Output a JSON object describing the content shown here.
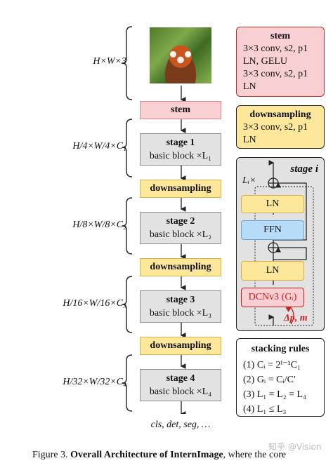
{
  "left": {
    "labels": {
      "input": "H×W×3",
      "s1": "H/4×W/4×C₁",
      "s2": "H/8×W/8×C₂",
      "s3": "H/16×W/16×C₃",
      "s4": "H/32×W/32×C₄"
    },
    "stem": "stem",
    "downsampling": "downsampling",
    "stages": [
      {
        "title": "stage 1",
        "sub": "basic block ×L₁"
      },
      {
        "title": "stage 2",
        "sub": "basic block ×L₂"
      },
      {
        "title": "stage 3",
        "sub": "basic block ×L₃"
      },
      {
        "title": "stage 4",
        "sub": "basic block ×L₄"
      }
    ],
    "output": "cls, det, seg, …"
  },
  "right": {
    "stem_panel": {
      "title": "stem",
      "lines": [
        "3×3 conv, s2, p1",
        "LN, GELU",
        "3×3 conv, s2, p1",
        "LN"
      ]
    },
    "down_panel": {
      "title": "downsampling",
      "lines": [
        "3×3 conv, s2, p1",
        "LN"
      ]
    },
    "stage_panel": {
      "title": "stage i",
      "repeat": "Lᵢ×",
      "ln": "LN",
      "ffn": "FFN",
      "dcn": "DCNv3 (Gᵢ)",
      "offset": "Δp, m",
      "plus": "⊕"
    },
    "rules_panel": {
      "title": "stacking rules",
      "rules": [
        "(1) Cᵢ = 2ⁱ⁻¹C₁",
        "(2) Gᵢ = Cᵢ/C′",
        "(3) L₁ = L₂ = L₄",
        "(4) L₁ ≤ L₃"
      ]
    }
  },
  "caption": {
    "prefix": "Figure 3.",
    "bold": "Overall Architecture of InternImage",
    "rest": ", where the core"
  },
  "watermark": "知乎 @Vision",
  "colors": {
    "pink": "#f8cfd2",
    "yellow": "#fde79a",
    "gray": "#e2e2e2",
    "blue": "#b6dcf7",
    "red": "#d11a1a",
    "panel_border": "#c0302f"
  }
}
